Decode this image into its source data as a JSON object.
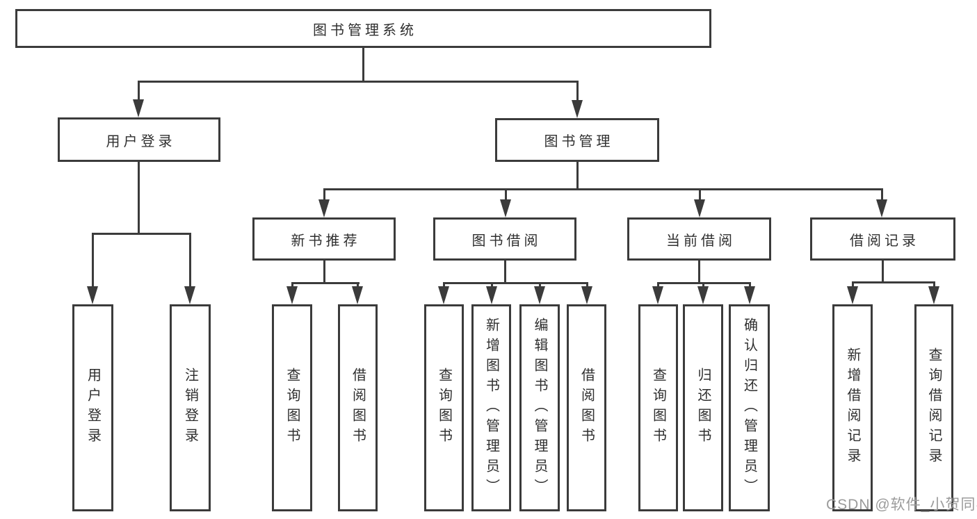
{
  "colors": {
    "line": "#3b3b3b",
    "text": "#2f2f2f",
    "watermark": "#9b9b9b",
    "background": "#ffffff"
  },
  "watermark": {
    "text": "CSDN @软件_小贺同学"
  },
  "tree": {
    "root": {
      "label": "图书管理系统"
    },
    "level2": [
      {
        "label": "用户登录",
        "parent": "图书管理系统"
      },
      {
        "label": "图书管理",
        "parent": "图书管理系统"
      }
    ],
    "level3": [
      {
        "label": "新书推荐",
        "parent": "图书管理"
      },
      {
        "label": "图书借阅",
        "parent": "图书管理"
      },
      {
        "label": "当前借阅",
        "parent": "图书管理"
      },
      {
        "label": "借阅记录",
        "parent": "图书管理"
      }
    ],
    "leaves": [
      {
        "label": "用户登录",
        "parent": "用户登录"
      },
      {
        "label": "注销登录",
        "parent": "用户登录"
      },
      {
        "label": "查询图书",
        "parent": "新书推荐"
      },
      {
        "label": "借阅图书",
        "parent": "新书推荐"
      },
      {
        "label": "查询图书",
        "parent": "图书借阅"
      },
      {
        "label": "新增图书（管理员）",
        "parent": "图书借阅"
      },
      {
        "label": "编辑图书（管理员）",
        "parent": "图书借阅"
      },
      {
        "label": "借阅图书",
        "parent": "图书借阅"
      },
      {
        "label": "查询图书",
        "parent": "当前借阅"
      },
      {
        "label": "归还图书",
        "parent": "当前借阅"
      },
      {
        "label": "确认归还（管理员）",
        "parent": "当前借阅"
      },
      {
        "label": "新增借阅记录",
        "parent": "借阅记录"
      },
      {
        "label": "查询借阅记录",
        "parent": "借阅记录"
      }
    ]
  }
}
